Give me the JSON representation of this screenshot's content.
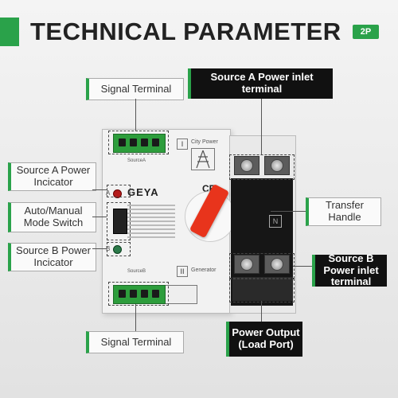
{
  "header": {
    "title": "TECHNICAL PARAMETER",
    "badge": "2P"
  },
  "labels": {
    "signal_terminal_top": "Signal Terminal",
    "source_a_inlet": "Source A Power inlet terminal",
    "source_a_indicator": "Source A Power Incicator",
    "auto_manual": "Auto/Manual Mode Switch",
    "source_b_indicator": "Source B Power Incicator",
    "signal_terminal_bottom": "Signal Terminal",
    "transfer_handle": "Transfer Handle",
    "source_b_inlet": "Source B Power inlet terminal",
    "power_output": "Power Output (Load Port)"
  },
  "device": {
    "brand": "GEYA",
    "certification": "CE",
    "city_power": "City Power",
    "source_a": "SourceA",
    "source_b": "SourceB",
    "generator": "Generator",
    "panel_a": "I",
    "panel_b": "II",
    "letter_a": "A",
    "letter_b": "B",
    "neutral": "N"
  },
  "colors": {
    "accent": "#2aa24a",
    "handle": "#e8341c",
    "dark": "#111111"
  }
}
